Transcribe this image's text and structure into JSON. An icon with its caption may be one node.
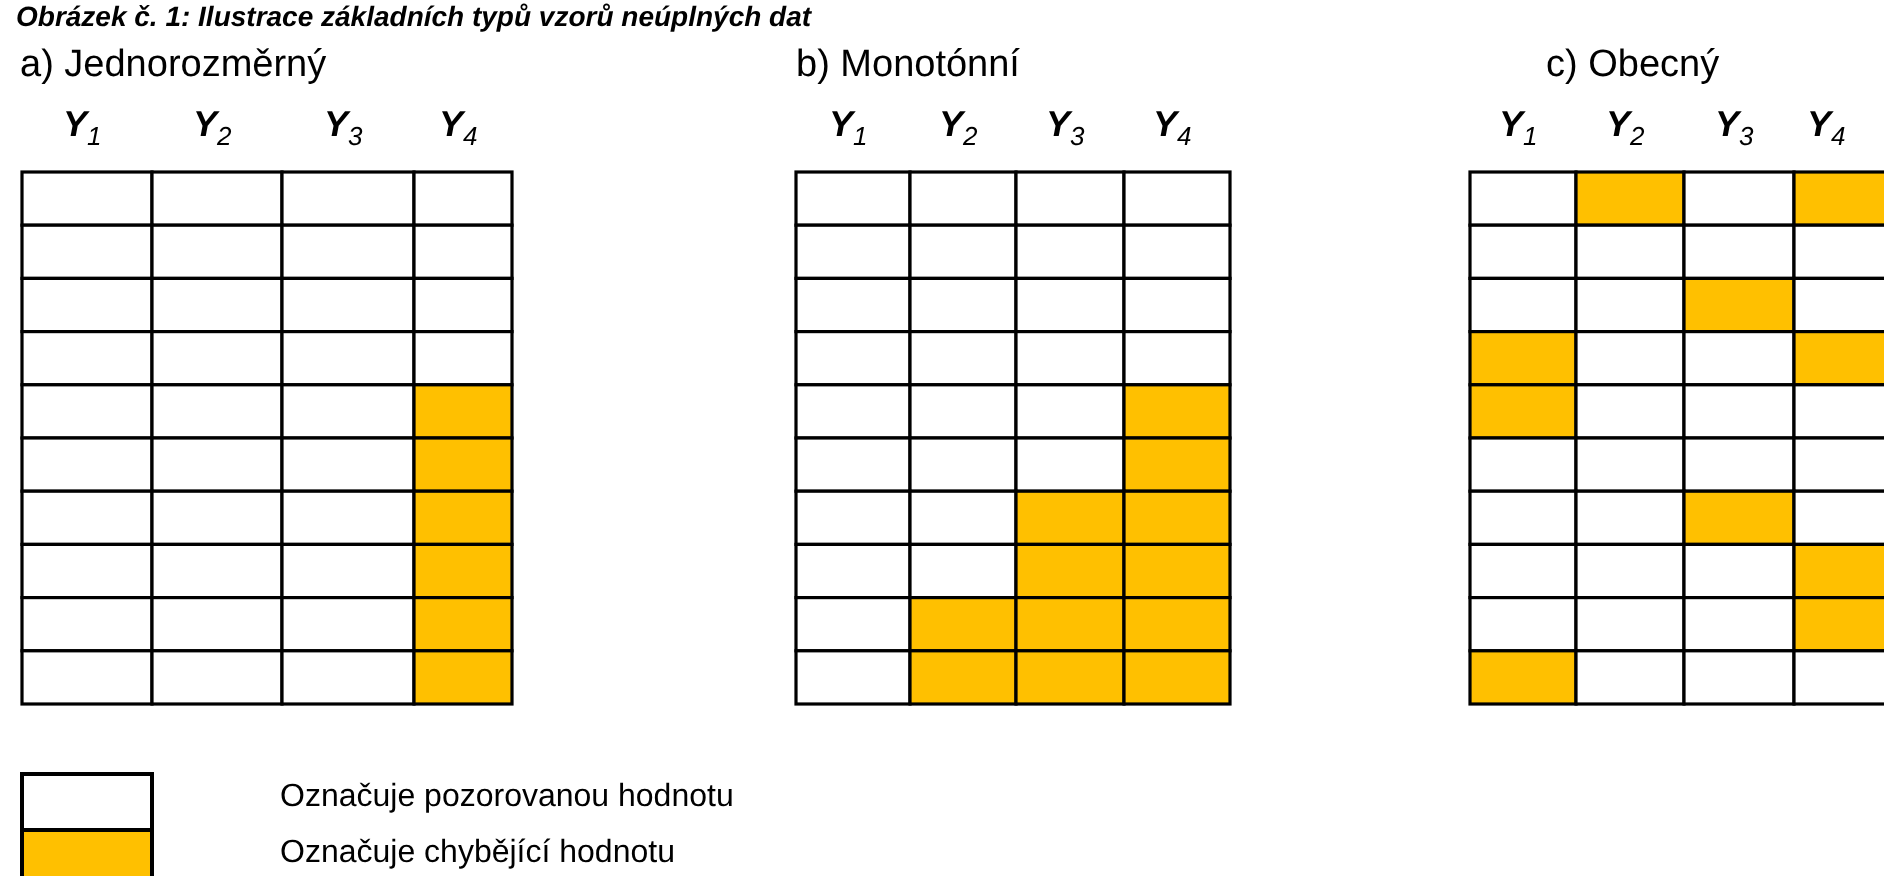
{
  "diagram": {
    "title": "Obrázek č. 1: Ilustrace základních typů vzorů neúplných dat",
    "labels": [
      "a) Jednorozměrný",
      "b) Monotónní",
      "c) Obecný",
      "Y$_{1}$",
      "Y$_{2}$",
      "Y$_{3}$",
      "Y$_{4}$",
      "Y$_{1}$",
      "Y$_{2}$",
      "Y$_{3}$",
      "Y$_{4}$",
      "Y$_{1}$",
      "Y$_{2}$",
      "Y$_{3}$",
      "Y$_{4}$"
    ],
    "legend": [
      {
        "text": "Označuje pozorovanou hodnotu",
        "color": "#ffffff"
      },
      {
        "text": "Označuje chybějící hodnotu",
        "color": "#ffc000"
      }
    ]
  }
}
